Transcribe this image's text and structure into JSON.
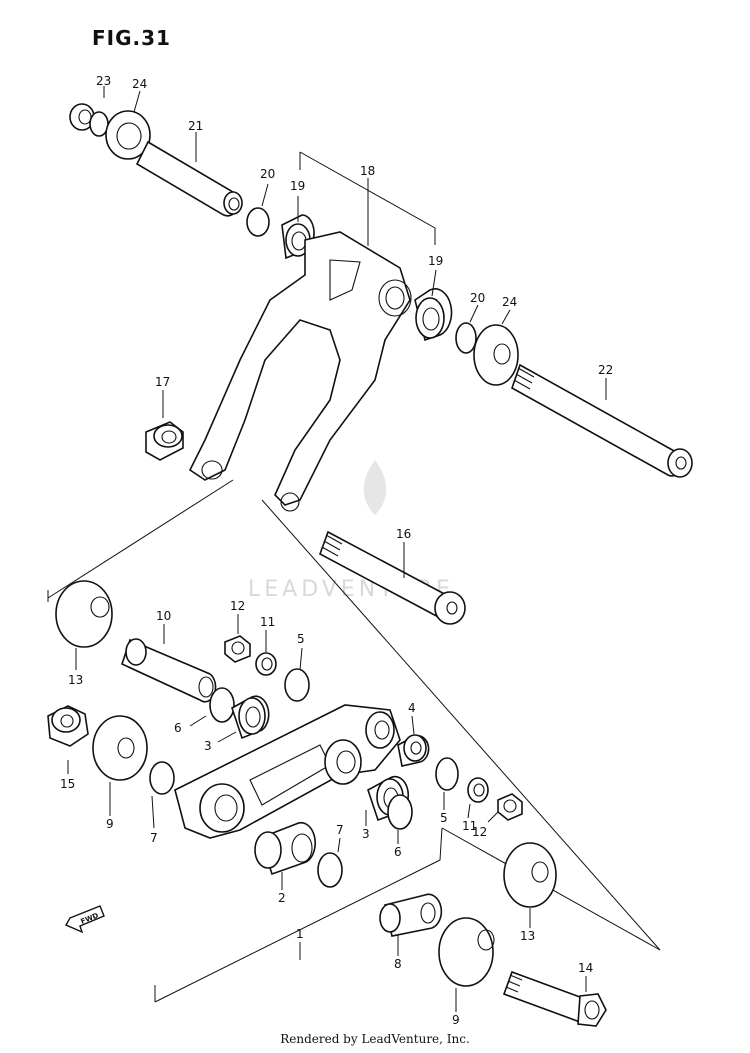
{
  "figure": {
    "title": "FIG.31"
  },
  "watermark": {
    "text": "LEADVENTURE"
  },
  "fwd_label": "FWD",
  "footer": {
    "text": "Rendered by LeadVenture, Inc."
  },
  "callouts": {
    "c23": "23",
    "c24a": "24",
    "c21": "21",
    "c20a": "20",
    "c19a": "19",
    "c18": "18",
    "c19b": "19",
    "c20b": "20",
    "c24b": "24",
    "c22": "22",
    "c17": "17",
    "c16": "16",
    "c13a": "13",
    "c10": "10",
    "c12a": "12",
    "c11a": "11",
    "c5a": "5",
    "c6a": "6",
    "c3a": "3",
    "c4": "4",
    "c15": "15",
    "c9a": "9",
    "c7a": "7",
    "c7b": "7",
    "c3b": "3",
    "c6b": "6",
    "c5b": "5",
    "c11b": "11",
    "c12b": "12",
    "c2": "2",
    "c13b": "13",
    "c8": "8",
    "c1": "1",
    "c14": "14",
    "c9b": "9"
  }
}
